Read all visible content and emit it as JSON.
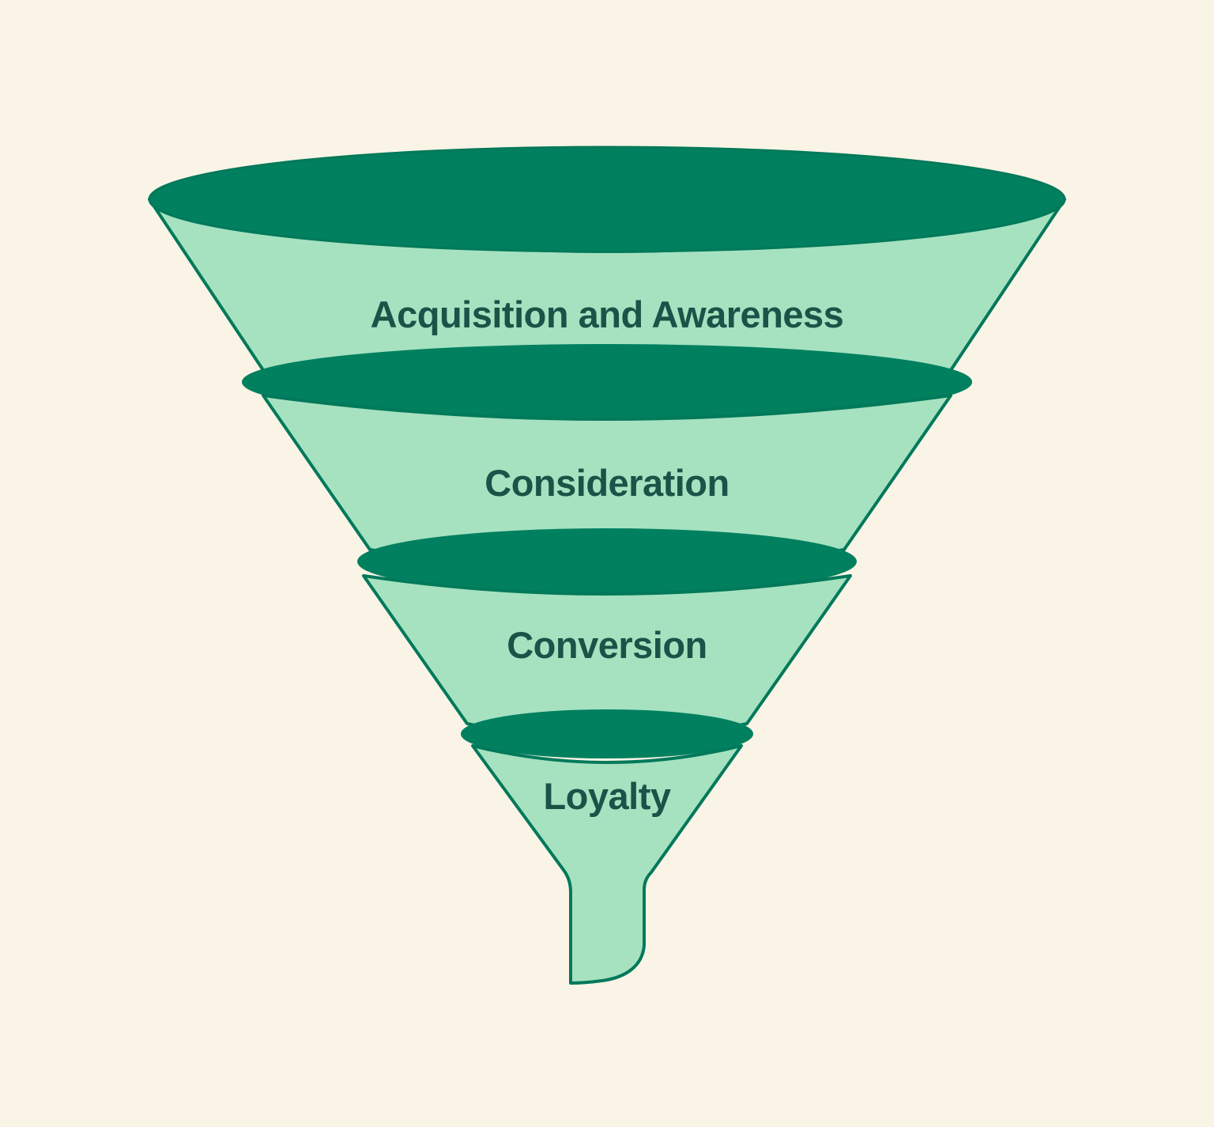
{
  "diagram": {
    "type": "marketing-funnel",
    "stages": [
      {
        "label": "Acquisition and Awareness"
      },
      {
        "label": "Consideration"
      },
      {
        "label": "Conversion"
      },
      {
        "label": "Loyalty"
      }
    ]
  },
  "colors": {
    "background": "#faf4e6",
    "funnelDark": "#00805f",
    "funnelLight": "#a6e2c0",
    "outline": "#00795a",
    "labelText": "#1a5347"
  }
}
